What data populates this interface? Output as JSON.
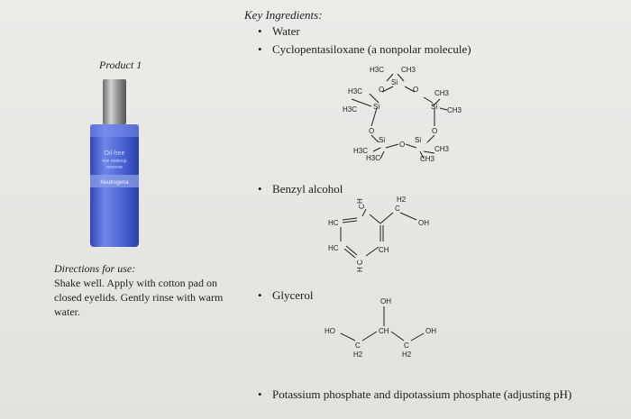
{
  "heading": "Key Ingredients:",
  "ingredients": [
    "Water",
    "Cyclopentasiloxane (a nonpolar molecule)",
    "Benzyl alcohol",
    "Glycerol",
    "Potassium phosphate and dipotassium phosphate (adjusting pH)"
  ],
  "bullet_glyph": "•",
  "product": {
    "label": "Product 1",
    "bottle_text": [
      "Oil-free",
      "eye makeup",
      "remover",
      "Neutrogena"
    ]
  },
  "directions": {
    "heading": "Directions for use:",
    "text": "Shake well. Apply with cotton pad on closed eyelids. Gently rinse with warm water."
  },
  "structures": {
    "cyclopentasiloxane": {
      "methyl_labels": [
        "H3C",
        "CH3",
        "H3C",
        "H3C",
        "CH3",
        "CH3",
        "H3C",
        "H3C",
        "CH3",
        "CH3"
      ],
      "atoms": [
        "Si",
        "O",
        "Si",
        "O",
        "Si",
        "O",
        "Si",
        "O",
        "Si",
        "O"
      ]
    },
    "benzyl_alcohol": {
      "labels": [
        "H",
        "C",
        "HC",
        "HC",
        "CH",
        "C",
        "H",
        "H2",
        "C",
        "OH"
      ]
    },
    "glycerol": {
      "labels": [
        "OH",
        "HO",
        "CH",
        "OH",
        "C",
        "H2",
        "C",
        "H2"
      ]
    }
  }
}
